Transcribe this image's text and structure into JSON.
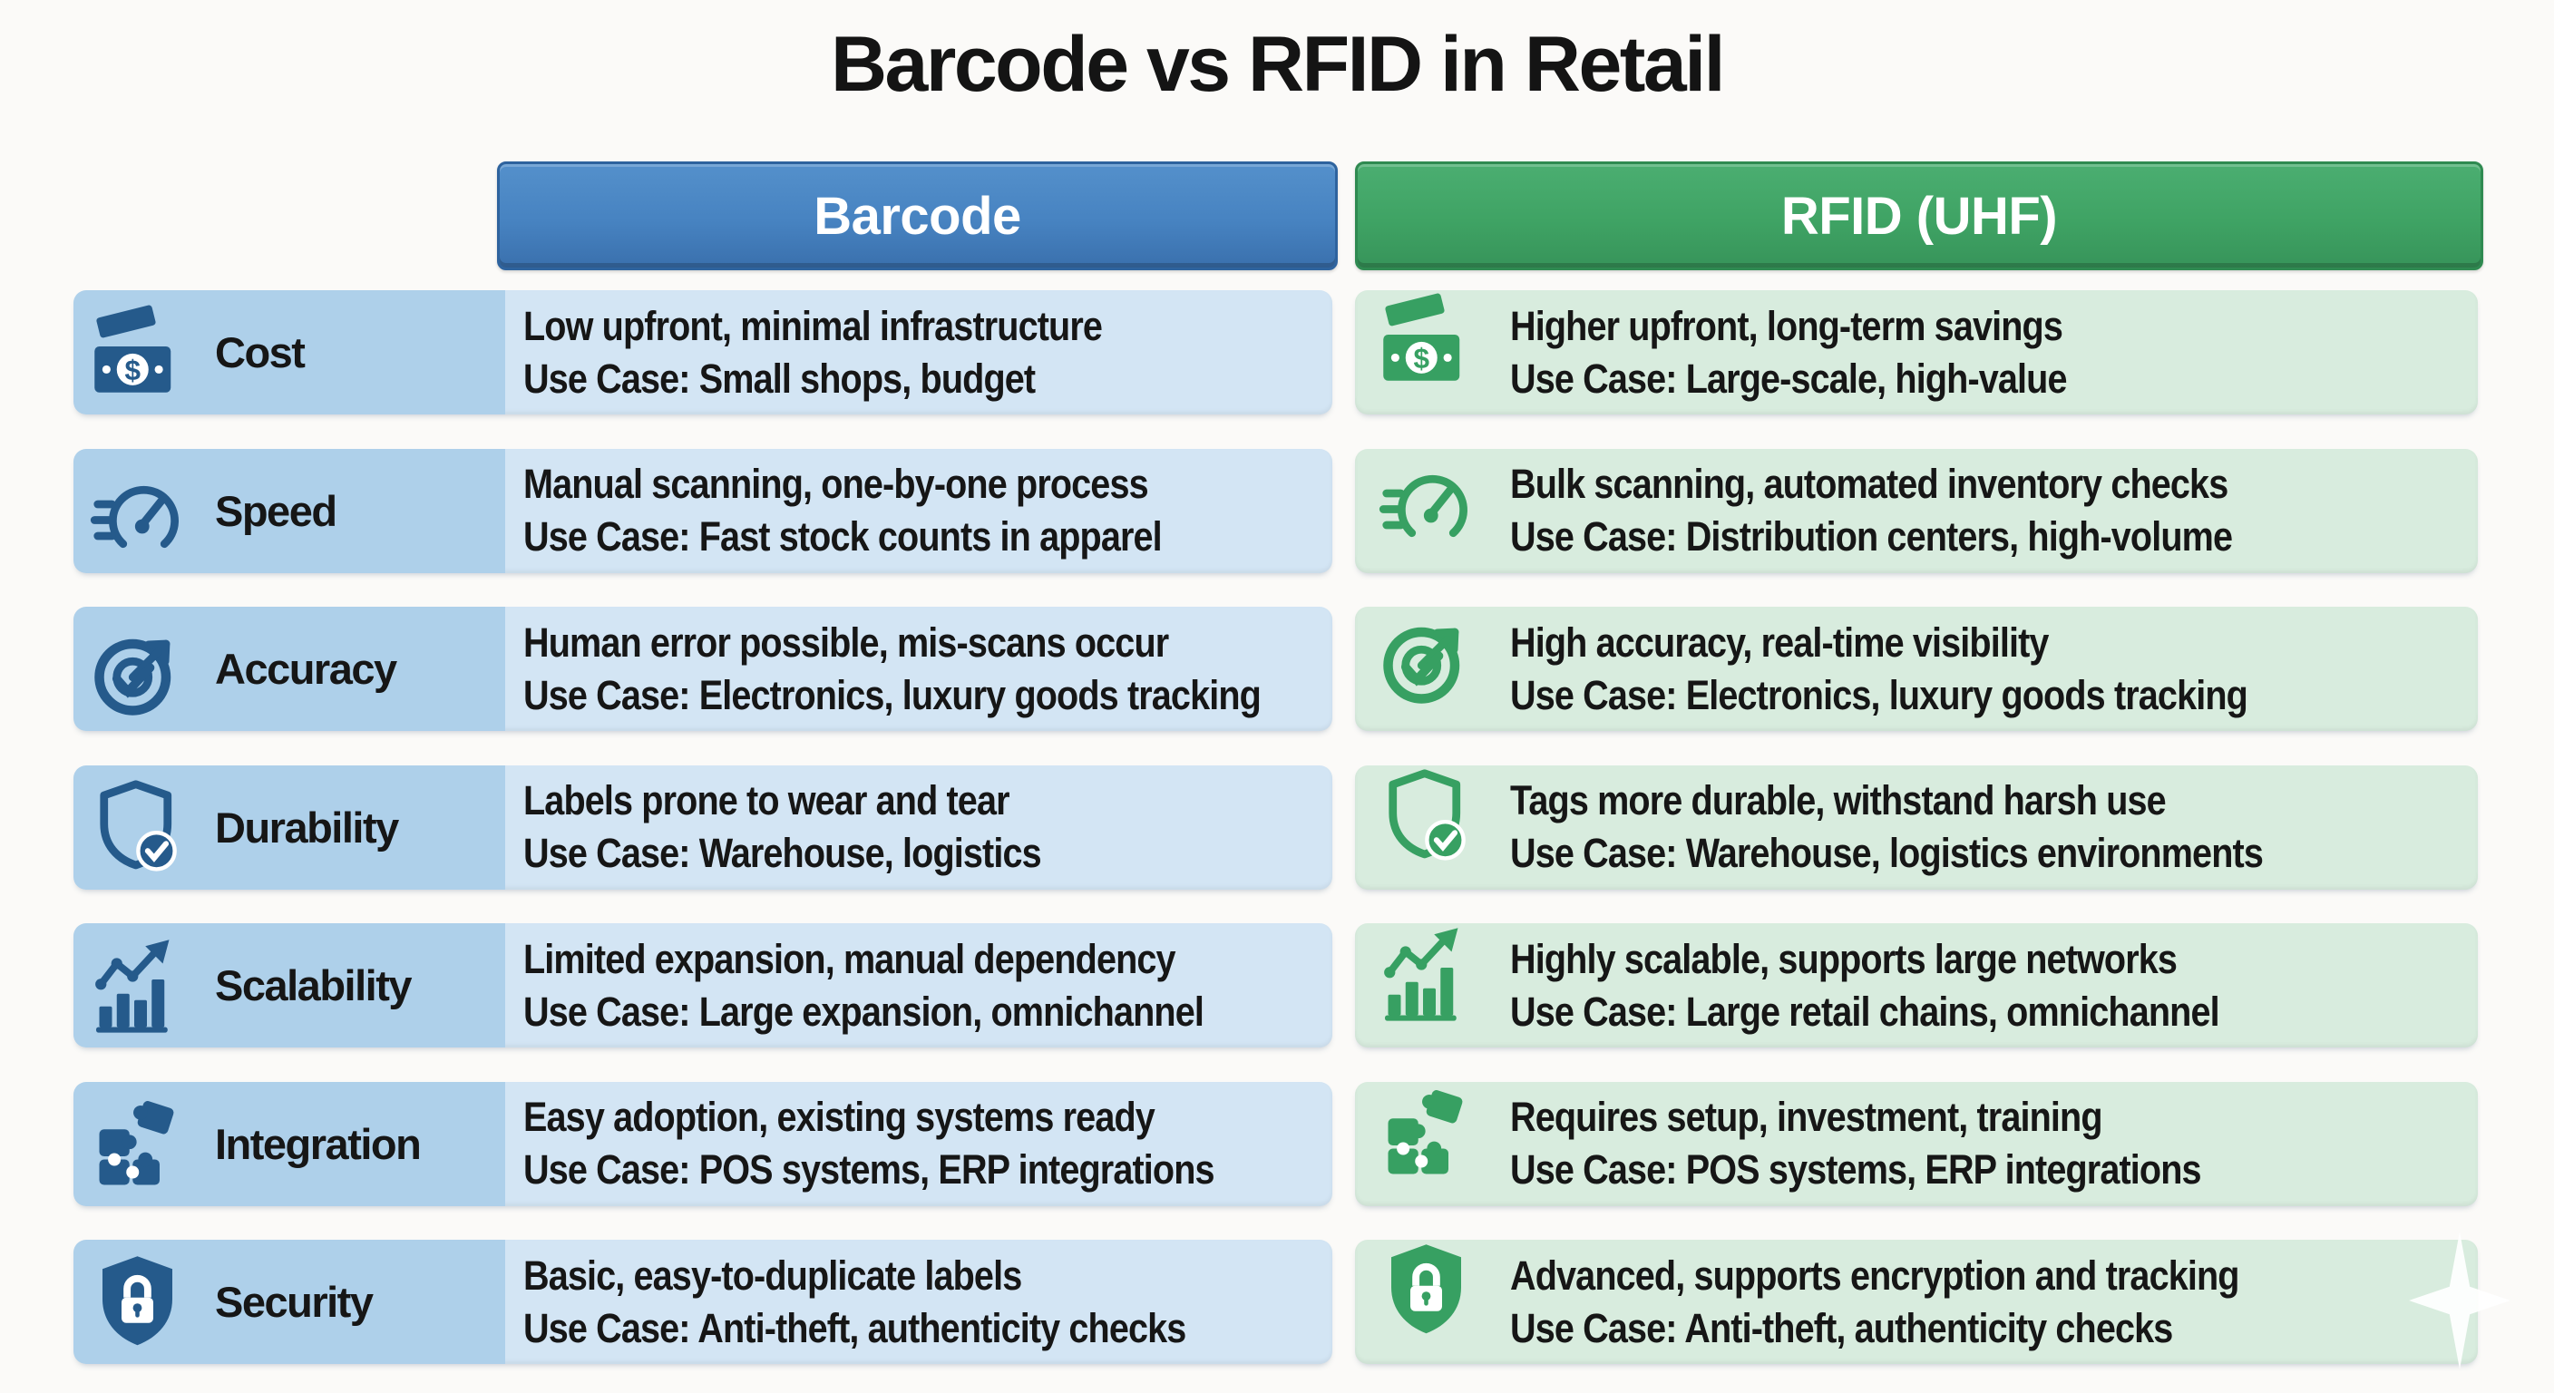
{
  "title": "Barcode vs RFID in Retail",
  "columns": {
    "barcode": {
      "label": "Barcode"
    },
    "rfid": {
      "label": "RFID (UHF)"
    }
  },
  "rows": [
    {
      "feature": "Cost",
      "icon": "money-icon",
      "barcode": {
        "line1": "Low upfront, minimal infrastructure",
        "line2": "Use Case: Small shops, budget"
      },
      "rfid": {
        "line1": "Higher upfront, long-term savings",
        "line2": "Use Case: Large-scale, high-value"
      }
    },
    {
      "feature": "Speed",
      "icon": "speedometer-icon",
      "barcode": {
        "line1": "Manual scanning, one-by-one process",
        "line2": "Use Case: Fast stock counts in apparel"
      },
      "rfid": {
        "line1": "Bulk scanning, automated inventory checks",
        "line2": "Use Case: Distribution centers, high-volume"
      }
    },
    {
      "feature": "Accuracy",
      "icon": "target-icon",
      "barcode": {
        "line1": "Human error possible, mis-scans occur",
        "line2": "Use Case: Electronics, luxury goods tracking"
      },
      "rfid": {
        "line1": "High accuracy, real-time visibility",
        "line2": "Use Case: Electronics, luxury goods tracking"
      }
    },
    {
      "feature": "Durability",
      "icon": "shield-check-icon",
      "barcode": {
        "line1": "Labels prone to wear and tear",
        "line2": "Use Case: Warehouse, logistics"
      },
      "rfid": {
        "line1": "Tags more durable, withstand harsh use",
        "line2": "Use Case: Warehouse, logistics environments"
      }
    },
    {
      "feature": "Scalability",
      "icon": "growth-chart-icon",
      "barcode": {
        "line1": "Limited expansion, manual dependency",
        "line2": "Use Case: Large expansion, omnichannel"
      },
      "rfid": {
        "line1": "Highly scalable, supports large networks",
        "line2": "Use Case: Large retail chains, omnichannel"
      }
    },
    {
      "feature": "Integration",
      "icon": "puzzle-icon",
      "barcode": {
        "line1": "Easy adoption, existing systems ready",
        "line2": "Use Case: POS systems, ERP integrations"
      },
      "rfid": {
        "line1": "Requires setup, investment, training",
        "line2": "Use Case: POS systems, ERP integrations"
      }
    },
    {
      "feature": "Security",
      "icon": "lock-shield-icon",
      "barcode": {
        "line1": "Basic, easy-to-duplicate labels",
        "line2": "Use Case: Anti-theft, authenticity checks"
      },
      "rfid": {
        "line1": "Advanced, supports encryption and tracking",
        "line2": "Use Case: Anti-theft, authenticity checks"
      }
    }
  ],
  "colors": {
    "page-bg": "#fbfaf8",
    "title-color": "#141414",
    "header-text": "#ffffff",
    "barcode-header-bg": "#4783c1",
    "barcode-header-border": "#2e639e",
    "rfid-header-bg": "#3fa364",
    "rfid-header-border": "#2f8a51",
    "barcode-label-bg": "#aed0ea",
    "barcode-desc-bg": "#d3e5f4",
    "rfid-row-bg": "#d8ecde",
    "barcode-icon": "#255a8b",
    "rfid-icon": "#37a062",
    "row-text": "#161616"
  }
}
